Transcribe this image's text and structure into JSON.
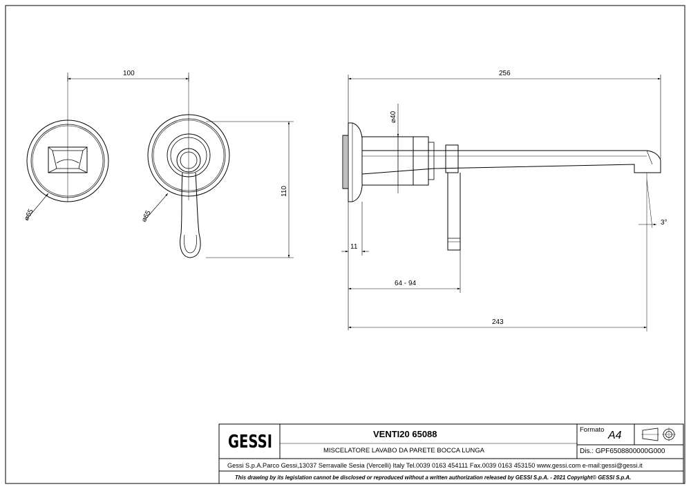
{
  "logo": {
    "text": "GESSI"
  },
  "dimensions": {
    "front_width": "100",
    "front_height": "110",
    "diameter_left": "65",
    "diameter_right": "65",
    "side_total": "256",
    "diameter_40": "40",
    "angle": "3°",
    "wall_11": "11",
    "depth_range": "64 - 94",
    "spout_length": "243"
  },
  "title_block": {
    "product": "VENTI20 65088",
    "description": "MISCELATORE LAVABO DA PARETE BOCCA LUNGA",
    "format_label": "Formato",
    "format_value": "A4",
    "drawing_number": "Dis.: GPF6508800000G000",
    "address": "Gessi S.p.A.Parco Gessi,13037 Serravalle Sesia (Vercelli) Italy Tel.0039 0163 454111 Fax.0039 0163 453150 www.gessi.com e-mail:gessi@gessi.it",
    "disclaimer": "This drawing by its legislation cannot be disclosed or reproduced without a written authorization released by GESSI S.p.A. - 2021 Copyright© GESSI S.p.A."
  },
  "colors": {
    "line": "#000000",
    "background": "#ffffff"
  }
}
